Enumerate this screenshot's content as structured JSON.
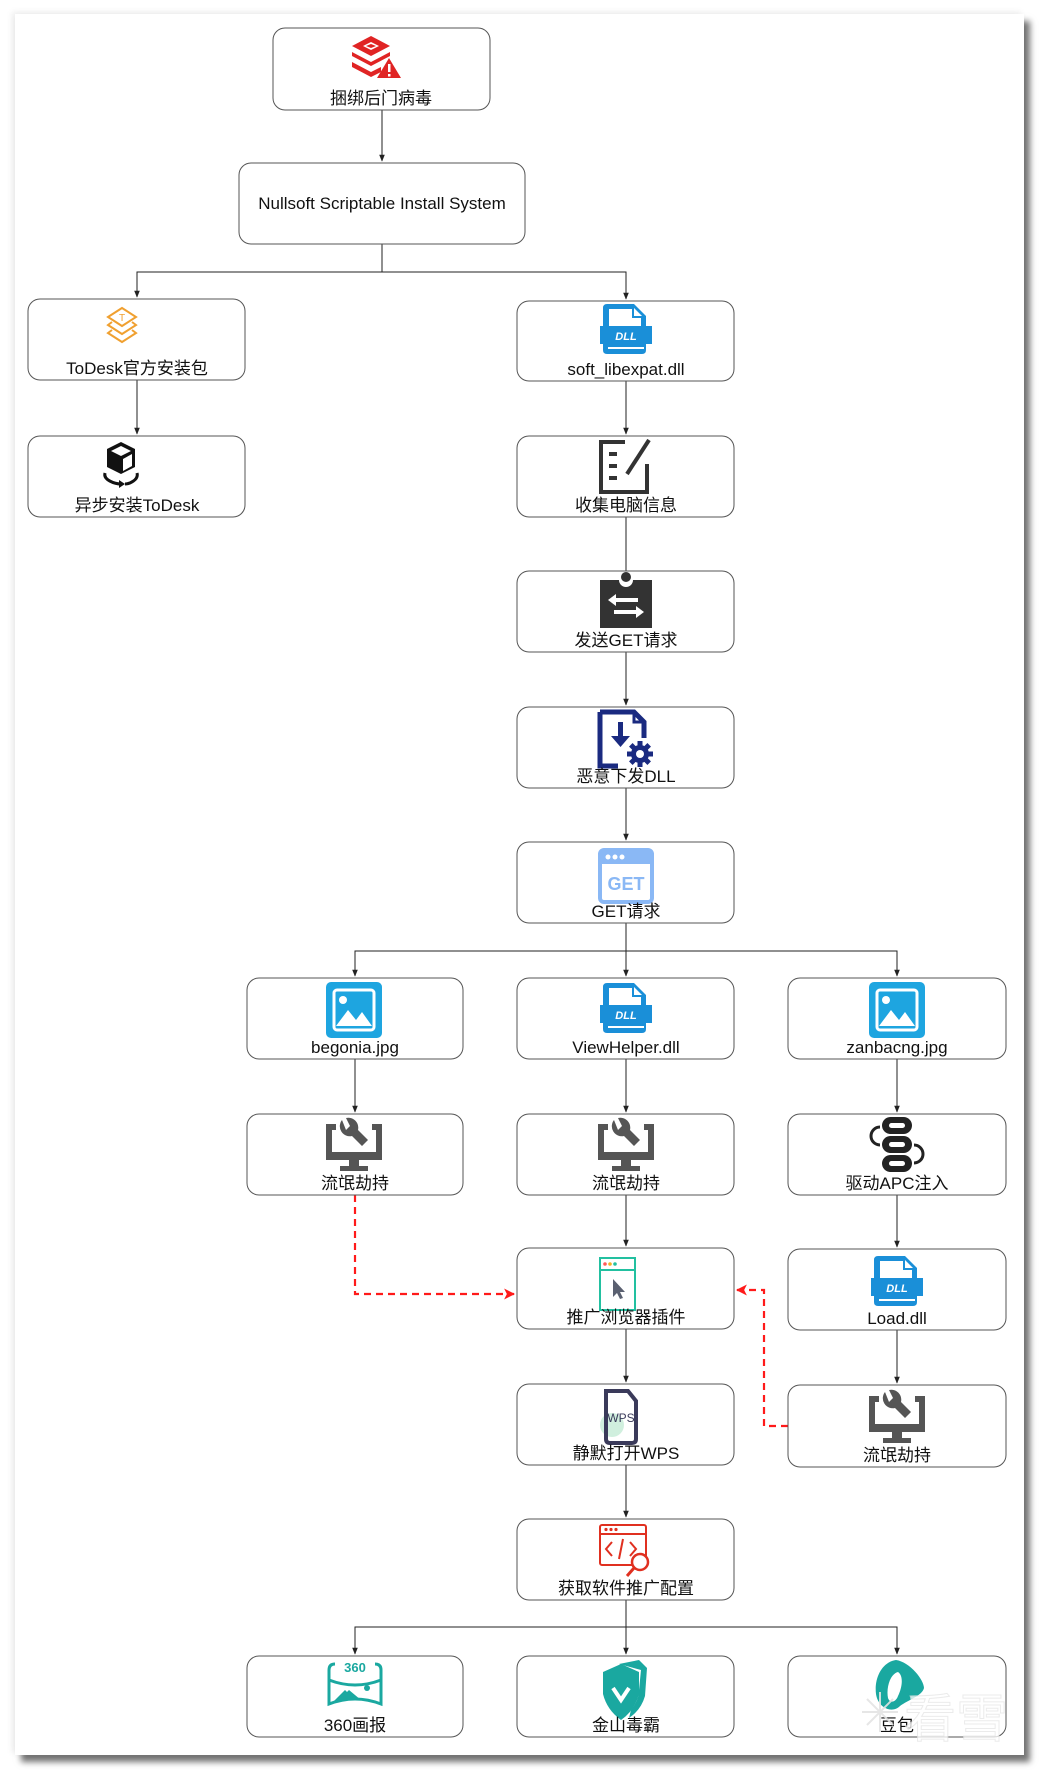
{
  "diagram": {
    "title": "",
    "nodes": [
      {
        "id": "n1",
        "label": "捆绑后门病毒",
        "icon": "malware-layers-warning-icon",
        "icon_color": "#e02424"
      },
      {
        "id": "n2",
        "label": "Nullsoft Scriptable Install System",
        "icon": "",
        "icon_color": ""
      },
      {
        "id": "n3",
        "label": "ToDesk官方安装包",
        "icon": "todesk-layers-icon",
        "icon_color": "#f0a030"
      },
      {
        "id": "n4",
        "label": "异步安装ToDesk",
        "icon": "cube-install-icon",
        "icon_color": "#111111"
      },
      {
        "id": "n5",
        "label": "soft_libexpat.dll",
        "icon": "dll-file-icon",
        "icon_color": "#1a8fd8"
      },
      {
        "id": "n6",
        "label": "收集电脑信息",
        "icon": "edit-document-icon",
        "icon_color": "#333333"
      },
      {
        "id": "n7",
        "label": "发送GET请求",
        "icon": "clipboard-transfer-icon",
        "icon_color": "#333333"
      },
      {
        "id": "n8",
        "label": "恶意下发DLL",
        "icon": "file-download-gear-icon",
        "icon_color": "#1a2a80"
      },
      {
        "id": "n9",
        "label": "GET请求",
        "icon": "browser-get-icon",
        "icon_color": "#8ab8f5"
      },
      {
        "id": "n10",
        "label": "begonia.jpg",
        "icon": "image-file-icon",
        "icon_color": "#1ea5e0"
      },
      {
        "id": "n11",
        "label": "ViewHelper.dll",
        "icon": "dll-file-icon",
        "icon_color": "#1a8fd8"
      },
      {
        "id": "n12",
        "label": "zanbacng.jpg",
        "icon": "image-file-icon",
        "icon_color": "#1ea5e0"
      },
      {
        "id": "n13",
        "label": "流氓劫持",
        "icon": "monitor-wrench-icon",
        "icon_color": "#555555"
      },
      {
        "id": "n14",
        "label": "流氓劫持",
        "icon": "monitor-wrench-icon",
        "icon_color": "#555555"
      },
      {
        "id": "n15",
        "label": "驱动APC注入",
        "icon": "driver-chain-icon",
        "icon_color": "#222222"
      },
      {
        "id": "n16",
        "label": "推广浏览器插件",
        "icon": "browser-cursor-icon",
        "icon_color": "#22c0a0"
      },
      {
        "id": "n17",
        "label": "Load.dll",
        "icon": "dll-file-icon",
        "icon_color": "#1a8fd8"
      },
      {
        "id": "n18",
        "label": "静默打开WPS",
        "icon": "wps-file-icon",
        "icon_color": "#3a3a5a"
      },
      {
        "id": "n19",
        "label": "流氓劫持",
        "icon": "monitor-wrench-icon",
        "icon_color": "#555555"
      },
      {
        "id": "n20",
        "label": "获取软件推广配置",
        "icon": "code-search-icon",
        "icon_color": "#e03020"
      },
      {
        "id": "n21",
        "label": "360画报",
        "icon": "panorama-360-icon",
        "icon_color": "#1aa8a0"
      },
      {
        "id": "n22",
        "label": "金山毒霸",
        "icon": "shield-check-icon",
        "icon_color": "#1aa8a0"
      },
      {
        "id": "n23",
        "label": "豆包",
        "icon": "doubao-logo-icon",
        "icon_color": "#1aa8a0"
      }
    ],
    "edges": [
      {
        "from": "n1",
        "to": "n2",
        "style": "solid"
      },
      {
        "from": "n2",
        "to": "n3",
        "style": "solid"
      },
      {
        "from": "n2",
        "to": "n5",
        "style": "solid"
      },
      {
        "from": "n3",
        "to": "n4",
        "style": "solid"
      },
      {
        "from": "n5",
        "to": "n6",
        "style": "solid"
      },
      {
        "from": "n6",
        "to": "n7",
        "style": "solid"
      },
      {
        "from": "n7",
        "to": "n8",
        "style": "solid"
      },
      {
        "from": "n8",
        "to": "n9",
        "style": "solid"
      },
      {
        "from": "n9",
        "to": "n10",
        "style": "solid"
      },
      {
        "from": "n9",
        "to": "n11",
        "style": "solid"
      },
      {
        "from": "n9",
        "to": "n12",
        "style": "solid"
      },
      {
        "from": "n10",
        "to": "n13",
        "style": "solid"
      },
      {
        "from": "n11",
        "to": "n14",
        "style": "solid"
      },
      {
        "from": "n12",
        "to": "n15",
        "style": "solid"
      },
      {
        "from": "n14",
        "to": "n16",
        "style": "solid"
      },
      {
        "from": "n15",
        "to": "n17",
        "style": "solid"
      },
      {
        "from": "n13",
        "to": "n16",
        "style": "dashed",
        "color": "#ff1a1a"
      },
      {
        "from": "n19",
        "to": "n16",
        "style": "dashed",
        "color": "#ff1a1a"
      },
      {
        "from": "n16",
        "to": "n18",
        "style": "solid"
      },
      {
        "from": "n17",
        "to": "n19",
        "style": "solid"
      },
      {
        "from": "n18",
        "to": "n20",
        "style": "solid"
      },
      {
        "from": "n20",
        "to": "n21",
        "style": "solid"
      },
      {
        "from": "n20",
        "to": "n22",
        "style": "solid"
      },
      {
        "from": "n20",
        "to": "n23",
        "style": "solid"
      }
    ],
    "watermark": "看雪"
  }
}
